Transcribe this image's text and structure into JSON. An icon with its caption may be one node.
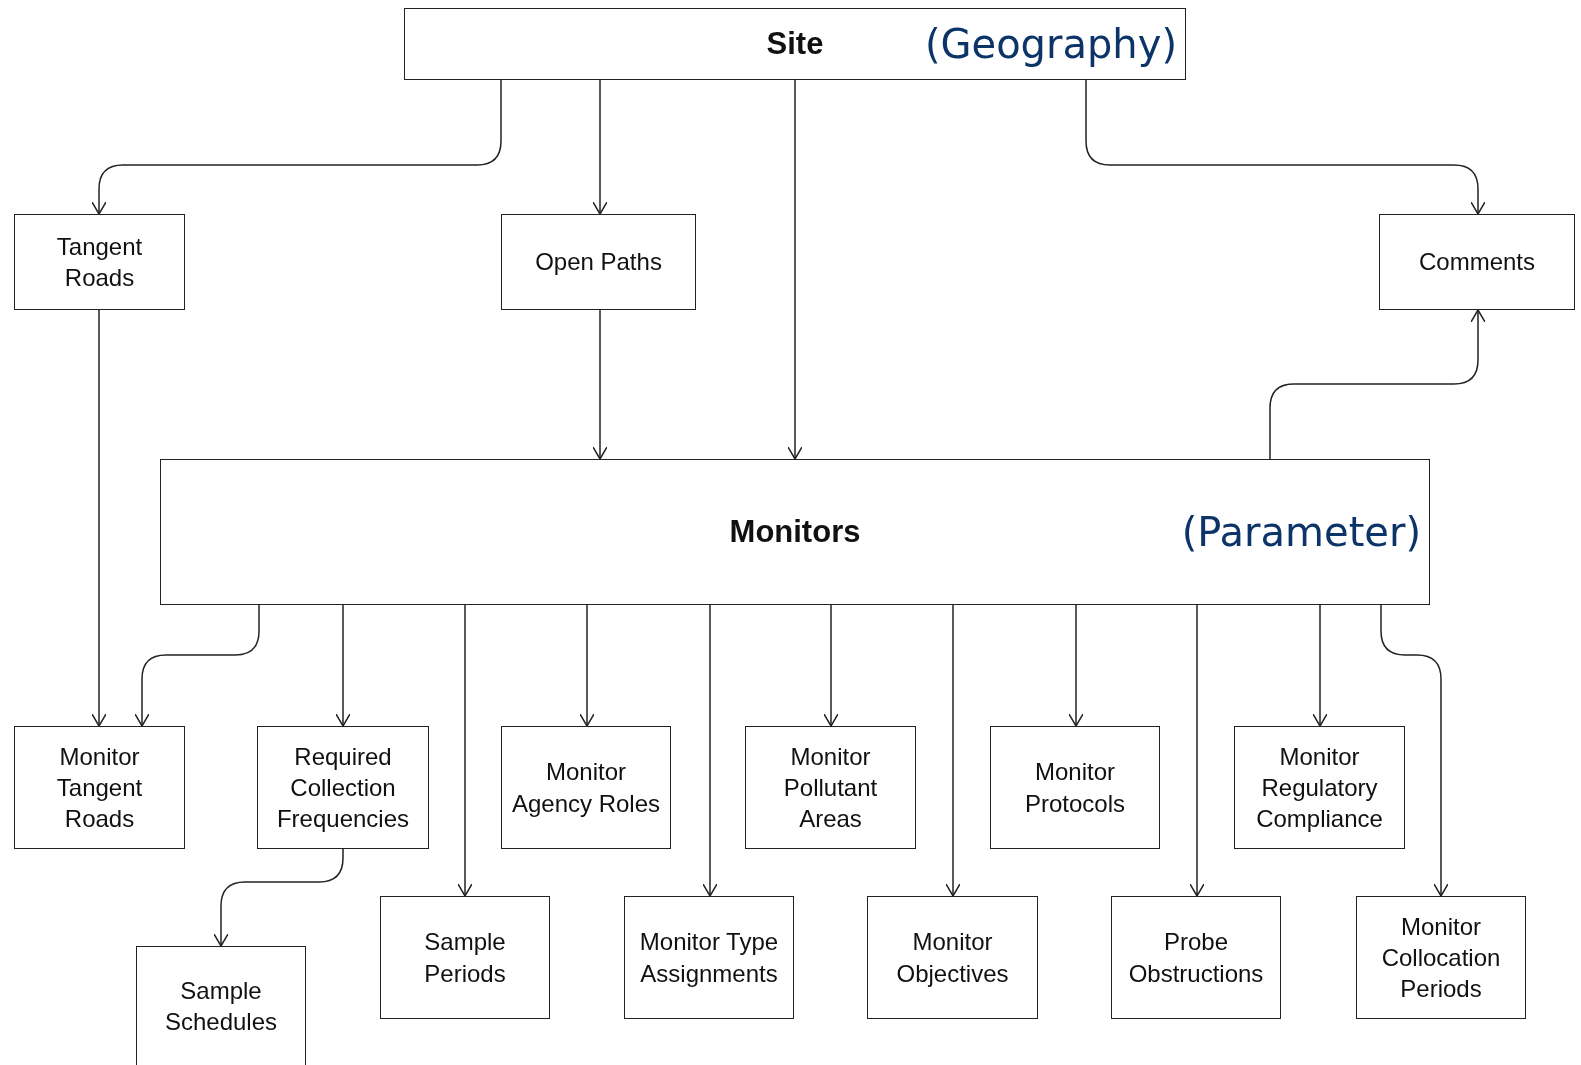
{
  "diagram": {
    "nodes": [
      {
        "text": [
          "Site",
          "(Geography)"
        ]
      },
      {
        "text": [
          "Tangent Roads"
        ]
      },
      {
        "text": [
          "Open Paths"
        ]
      },
      {
        "text": [
          "Comments"
        ]
      },
      {
        "text": [
          "Monitors",
          "(Parameter)"
        ]
      },
      {
        "text": [
          "Monitor Tangent Roads"
        ]
      },
      {
        "text": [
          "Required Collection Frequencies"
        ]
      },
      {
        "text": [
          "Monitor Agency Roles"
        ]
      },
      {
        "text": [
          "Monitor Pollutant Areas"
        ]
      },
      {
        "text": [
          "Monitor Protocols"
        ]
      },
      {
        "text": [
          "Monitor Regulatory Compliance"
        ]
      },
      {
        "text": [
          "Sample Schedules"
        ]
      },
      {
        "text": [
          "Sample Periods"
        ]
      },
      {
        "text": [
          "Monitor Type Assignments"
        ]
      },
      {
        "text": [
          "Monitor Objectives"
        ]
      },
      {
        "text": [
          "Probe Obstructions"
        ]
      },
      {
        "text": [
          "Monitor Collocation Periods"
        ]
      }
    ],
    "edges": [
      {
        "from": 0,
        "to": 1,
        "arrow": "to"
      },
      {
        "from": 0,
        "to": 2,
        "arrow": "to"
      },
      {
        "from": 0,
        "to": 4,
        "arrow": "to"
      },
      {
        "from": 0,
        "to": 3,
        "arrow": "to"
      },
      {
        "from": 1,
        "to": 5,
        "arrow": "to"
      },
      {
        "from": 2,
        "to": 4,
        "arrow": "to"
      },
      {
        "from": 4,
        "to": 3,
        "arrow": "to"
      },
      {
        "from": 4,
        "to": 5,
        "arrow": "to"
      },
      {
        "from": 4,
        "to": 6,
        "arrow": "to"
      },
      {
        "from": 4,
        "to": 12,
        "arrow": "to"
      },
      {
        "from": 4,
        "to": 7,
        "arrow": "to"
      },
      {
        "from": 4,
        "to": 13,
        "arrow": "to"
      },
      {
        "from": 4,
        "to": 8,
        "arrow": "to"
      },
      {
        "from": 4,
        "to": 14,
        "arrow": "to"
      },
      {
        "from": 4,
        "to": 9,
        "arrow": "to"
      },
      {
        "from": 4,
        "to": 15,
        "arrow": "to"
      },
      {
        "from": 4,
        "to": 10,
        "arrow": "to"
      },
      {
        "from": 4,
        "to": 16,
        "arrow": "to"
      },
      {
        "from": 6,
        "to": 11,
        "arrow": "to"
      }
    ]
  }
}
